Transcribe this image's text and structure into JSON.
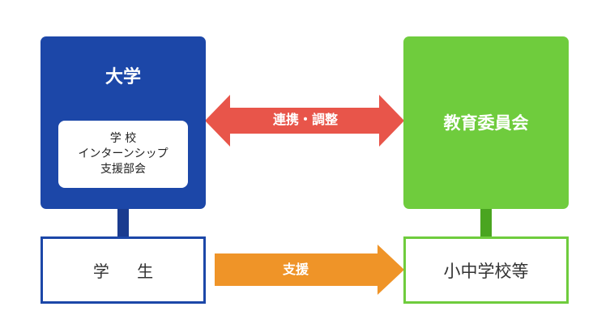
{
  "diagram": {
    "university": {
      "title": "大学",
      "inner_lines": [
        "学 校",
        "インターンシップ",
        "支援部会"
      ]
    },
    "board": {
      "title": "教育委員会"
    },
    "student": {
      "label": "学 生"
    },
    "schools": {
      "label": "小中学校等"
    },
    "arrows": {
      "cooperation": "連携・調整",
      "support": "支援"
    },
    "colors": {
      "university_blue": "#1c47a8",
      "board_green": "#6fcc3d",
      "cooperation_red": "#e8554a",
      "support_orange": "#ef9428"
    }
  }
}
